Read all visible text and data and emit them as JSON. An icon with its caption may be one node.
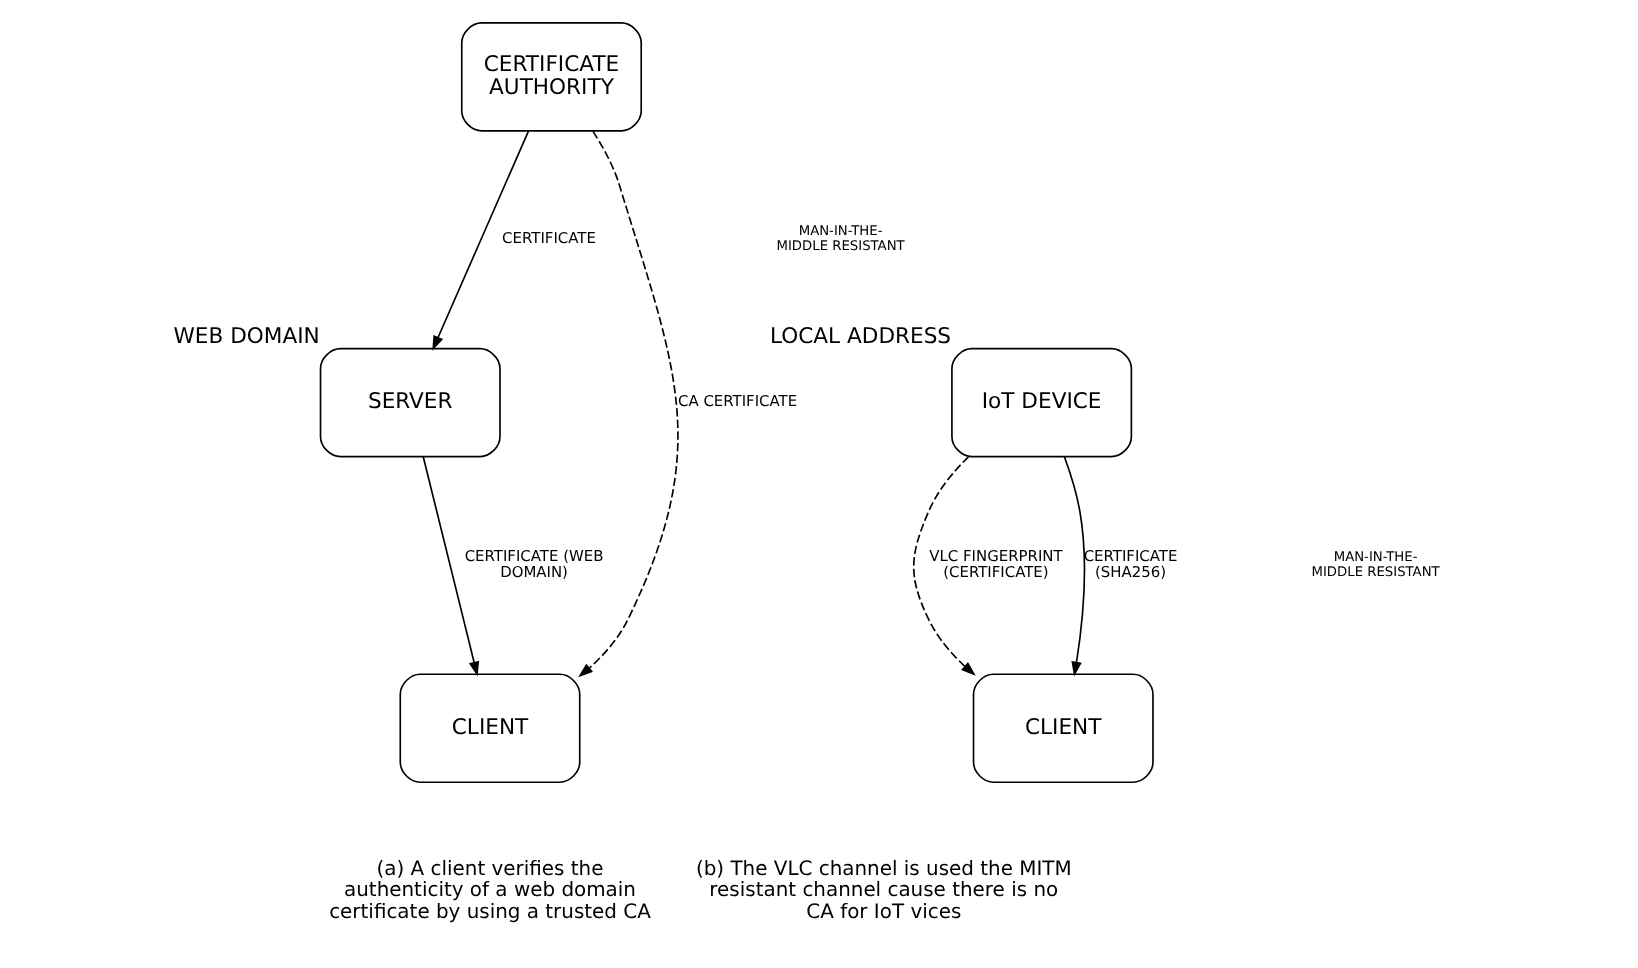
{
  "diagram": {
    "nodes": [
      {
        "text": [
          "SERVER"
        ],
        "beside": [
          "WEB DOMAIN"
        ]
      },
      {
        "text": [
          "CERTIFICATE AUTHORITY"
        ]
      },
      {
        "text": [
          "CLIENT"
        ]
      },
      {
        "text": [
          "IoT DEVICE"
        ],
        "beside": [
          "LOCAL ADDRESS"
        ]
      },
      {
        "text": [
          "CLIENT"
        ]
      }
    ],
    "edges": [
      {
        "from": 1,
        "to": 0,
        "arrow": "to",
        "label": "CERTIFICATE"
      },
      {
        "from": 0,
        "to": 2,
        "arrow": "to",
        "label": "CERTIFICATE (WEB DOMAIN)"
      },
      {
        "from": 1,
        "to": 2,
        "arrow": "to",
        "label": "CA CERTIFICATE",
        "style": "dashed"
      },
      {
        "from": 3,
        "to": 4,
        "arrow": "to",
        "label": "VLC FINGERPRINT (CERTIFICATE)",
        "style": "dashed"
      },
      {
        "from": 3,
        "to": 4,
        "arrow": "to",
        "label": "CERTIFICATE (SHA256)"
      }
    ],
    "labels": [
      "MAN-IN-THE-MIDDLE RESISTANT",
      "MAN-IN-THE-MIDDLE RESISTANT",
      "(a) A client verifies the authenticity of a web domain certificate by using a trusted CA",
      "(b) The VLC channel is used the MITM resistant channel cause there is no CA for IoT vices"
    ]
  }
}
